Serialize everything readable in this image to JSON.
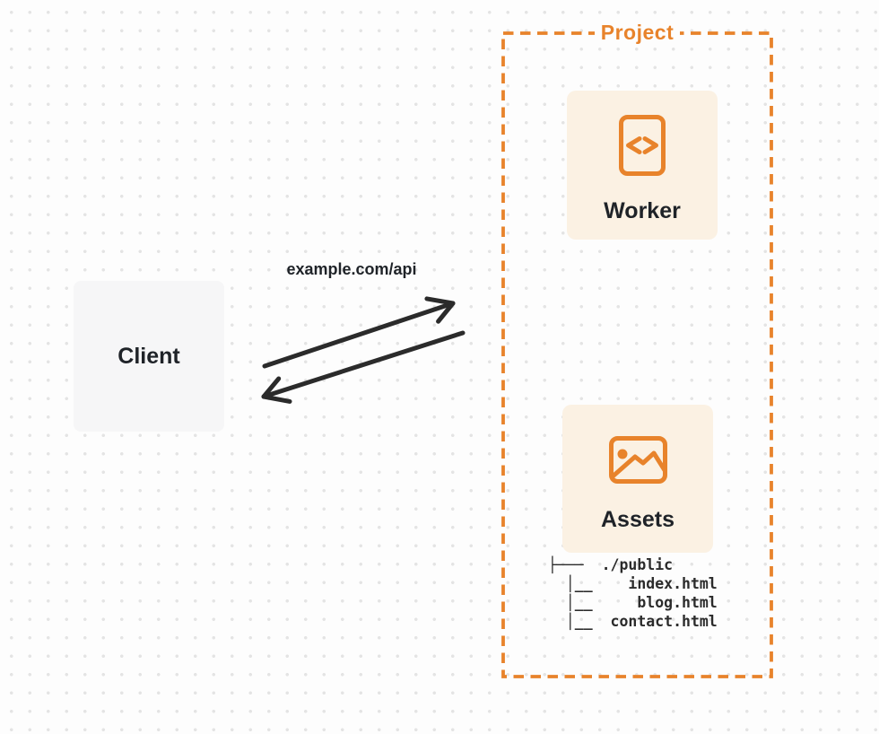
{
  "diagram": {
    "client": {
      "label": "Client"
    },
    "request_label": "example.com/api",
    "project": {
      "label": "Project",
      "worker": {
        "label": "Worker",
        "icon": "code-file-icon"
      },
      "assets": {
        "label": "Assets",
        "icon": "image-icon",
        "file_tree": "├───  ./public\n  │__    index.html\n  │__     blog.html\n  │__  contact.html"
      }
    },
    "colors": {
      "accent_orange": "#e8832b",
      "card_fill": "#fbf1e3",
      "client_fill": "#f6f6f7",
      "arrow": "#2b2b2b",
      "text_dark": "#1f2328",
      "dot_grid": "#e4e4e4"
    }
  }
}
